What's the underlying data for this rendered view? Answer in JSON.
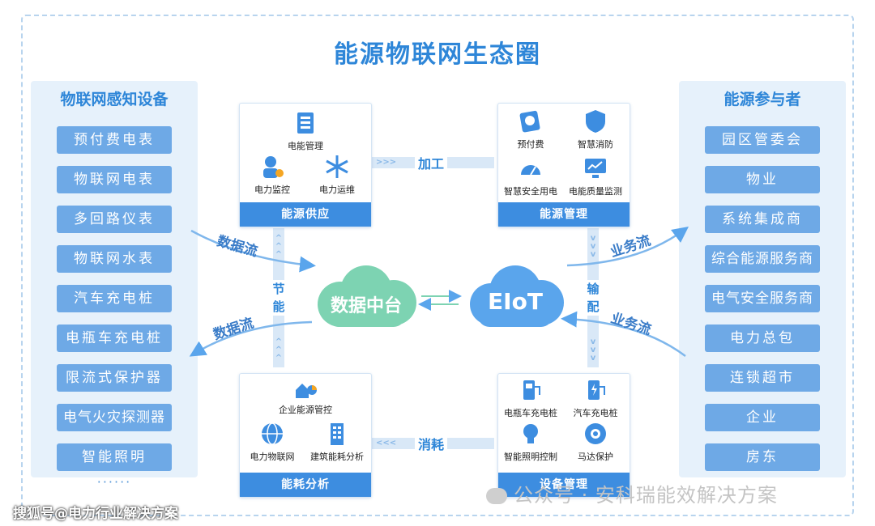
{
  "title": "能源物联网生态圈",
  "left_panel": {
    "heading": "物联网感知设备",
    "items": [
      "预付费电表",
      "物联网电表",
      "多回路仪表",
      "物联网水表",
      "汽车充电桩",
      "电瓶车充电桩",
      "限流式保护器",
      "电气火灾探测器",
      "智能照明"
    ],
    "more": "······"
  },
  "right_panel": {
    "heading": "能源参与者",
    "items": [
      "园区管委会",
      "物业",
      "系统集成商",
      "综合能源服务商",
      "电气安全服务商",
      "电力总包",
      "连锁超市",
      "企业",
      "房东"
    ]
  },
  "boxes": {
    "supply": {
      "footer": "能源供应",
      "items": [
        "电能管理",
        "电力监控",
        "电力运维"
      ]
    },
    "management": {
      "footer": "能源管理",
      "items": [
        "预付费",
        "智慧消防",
        "智慧安全用电",
        "电能质量监测"
      ]
    },
    "consumption": {
      "footer": "能耗分析",
      "items": [
        "企业能源管控",
        "电力物联网",
        "建筑能耗分析"
      ]
    },
    "equipment": {
      "footer": "设备管理",
      "items": [
        "电瓶车充电桩",
        "汽车充电桩",
        "智能照明控制",
        "马达保护"
      ]
    }
  },
  "connectors": {
    "top": "加工",
    "bottom": "消耗",
    "left": "节能",
    "right": "输配"
  },
  "flows": {
    "left_top": "数据流",
    "left_bottom": "数据流",
    "right_top": "业务流",
    "right_bottom": "业务流"
  },
  "clouds": {
    "data_platform": "数据中台",
    "eiot": "EIoT"
  },
  "colors": {
    "accent": "#2e86d8",
    "item_bg": "#6ea9e6",
    "panel_bg": "#e6f1fb",
    "cloud_green": "#7dd3b2",
    "cloud_blue": "#5aa5ec"
  },
  "watermarks": {
    "wechat": "公众号 · 安科瑞能效解决方案",
    "sohu": "搜狐号@电力行业解决方案"
  }
}
